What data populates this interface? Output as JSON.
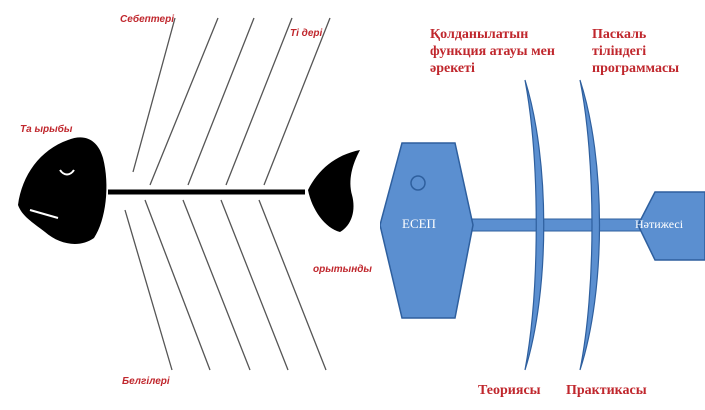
{
  "left_diagram": {
    "head_label": "Та ырыбы",
    "top_left_label": "Себептері",
    "top_right_label": "Ті дері",
    "bottom_label": "Белгілері",
    "tail_label": "орытынды"
  },
  "right_diagram": {
    "head_label": "ЕСЕП",
    "tail_label": "Нәтижесі",
    "top_left_label_lines": [
      "Қолданылатын",
      "функция атауы мен",
      "әрекеті"
    ],
    "top_right_label_lines": [
      "Паскаль",
      "тіліндегі",
      "программасы"
    ],
    "bottom_left_label": "Теориясы",
    "bottom_right_label": "Практикасы"
  },
  "colors": {
    "red_text": "#c0272d",
    "blue_fill": "#5b8fd0",
    "blue_stroke": "#2e5f9e",
    "black": "#000000"
  }
}
